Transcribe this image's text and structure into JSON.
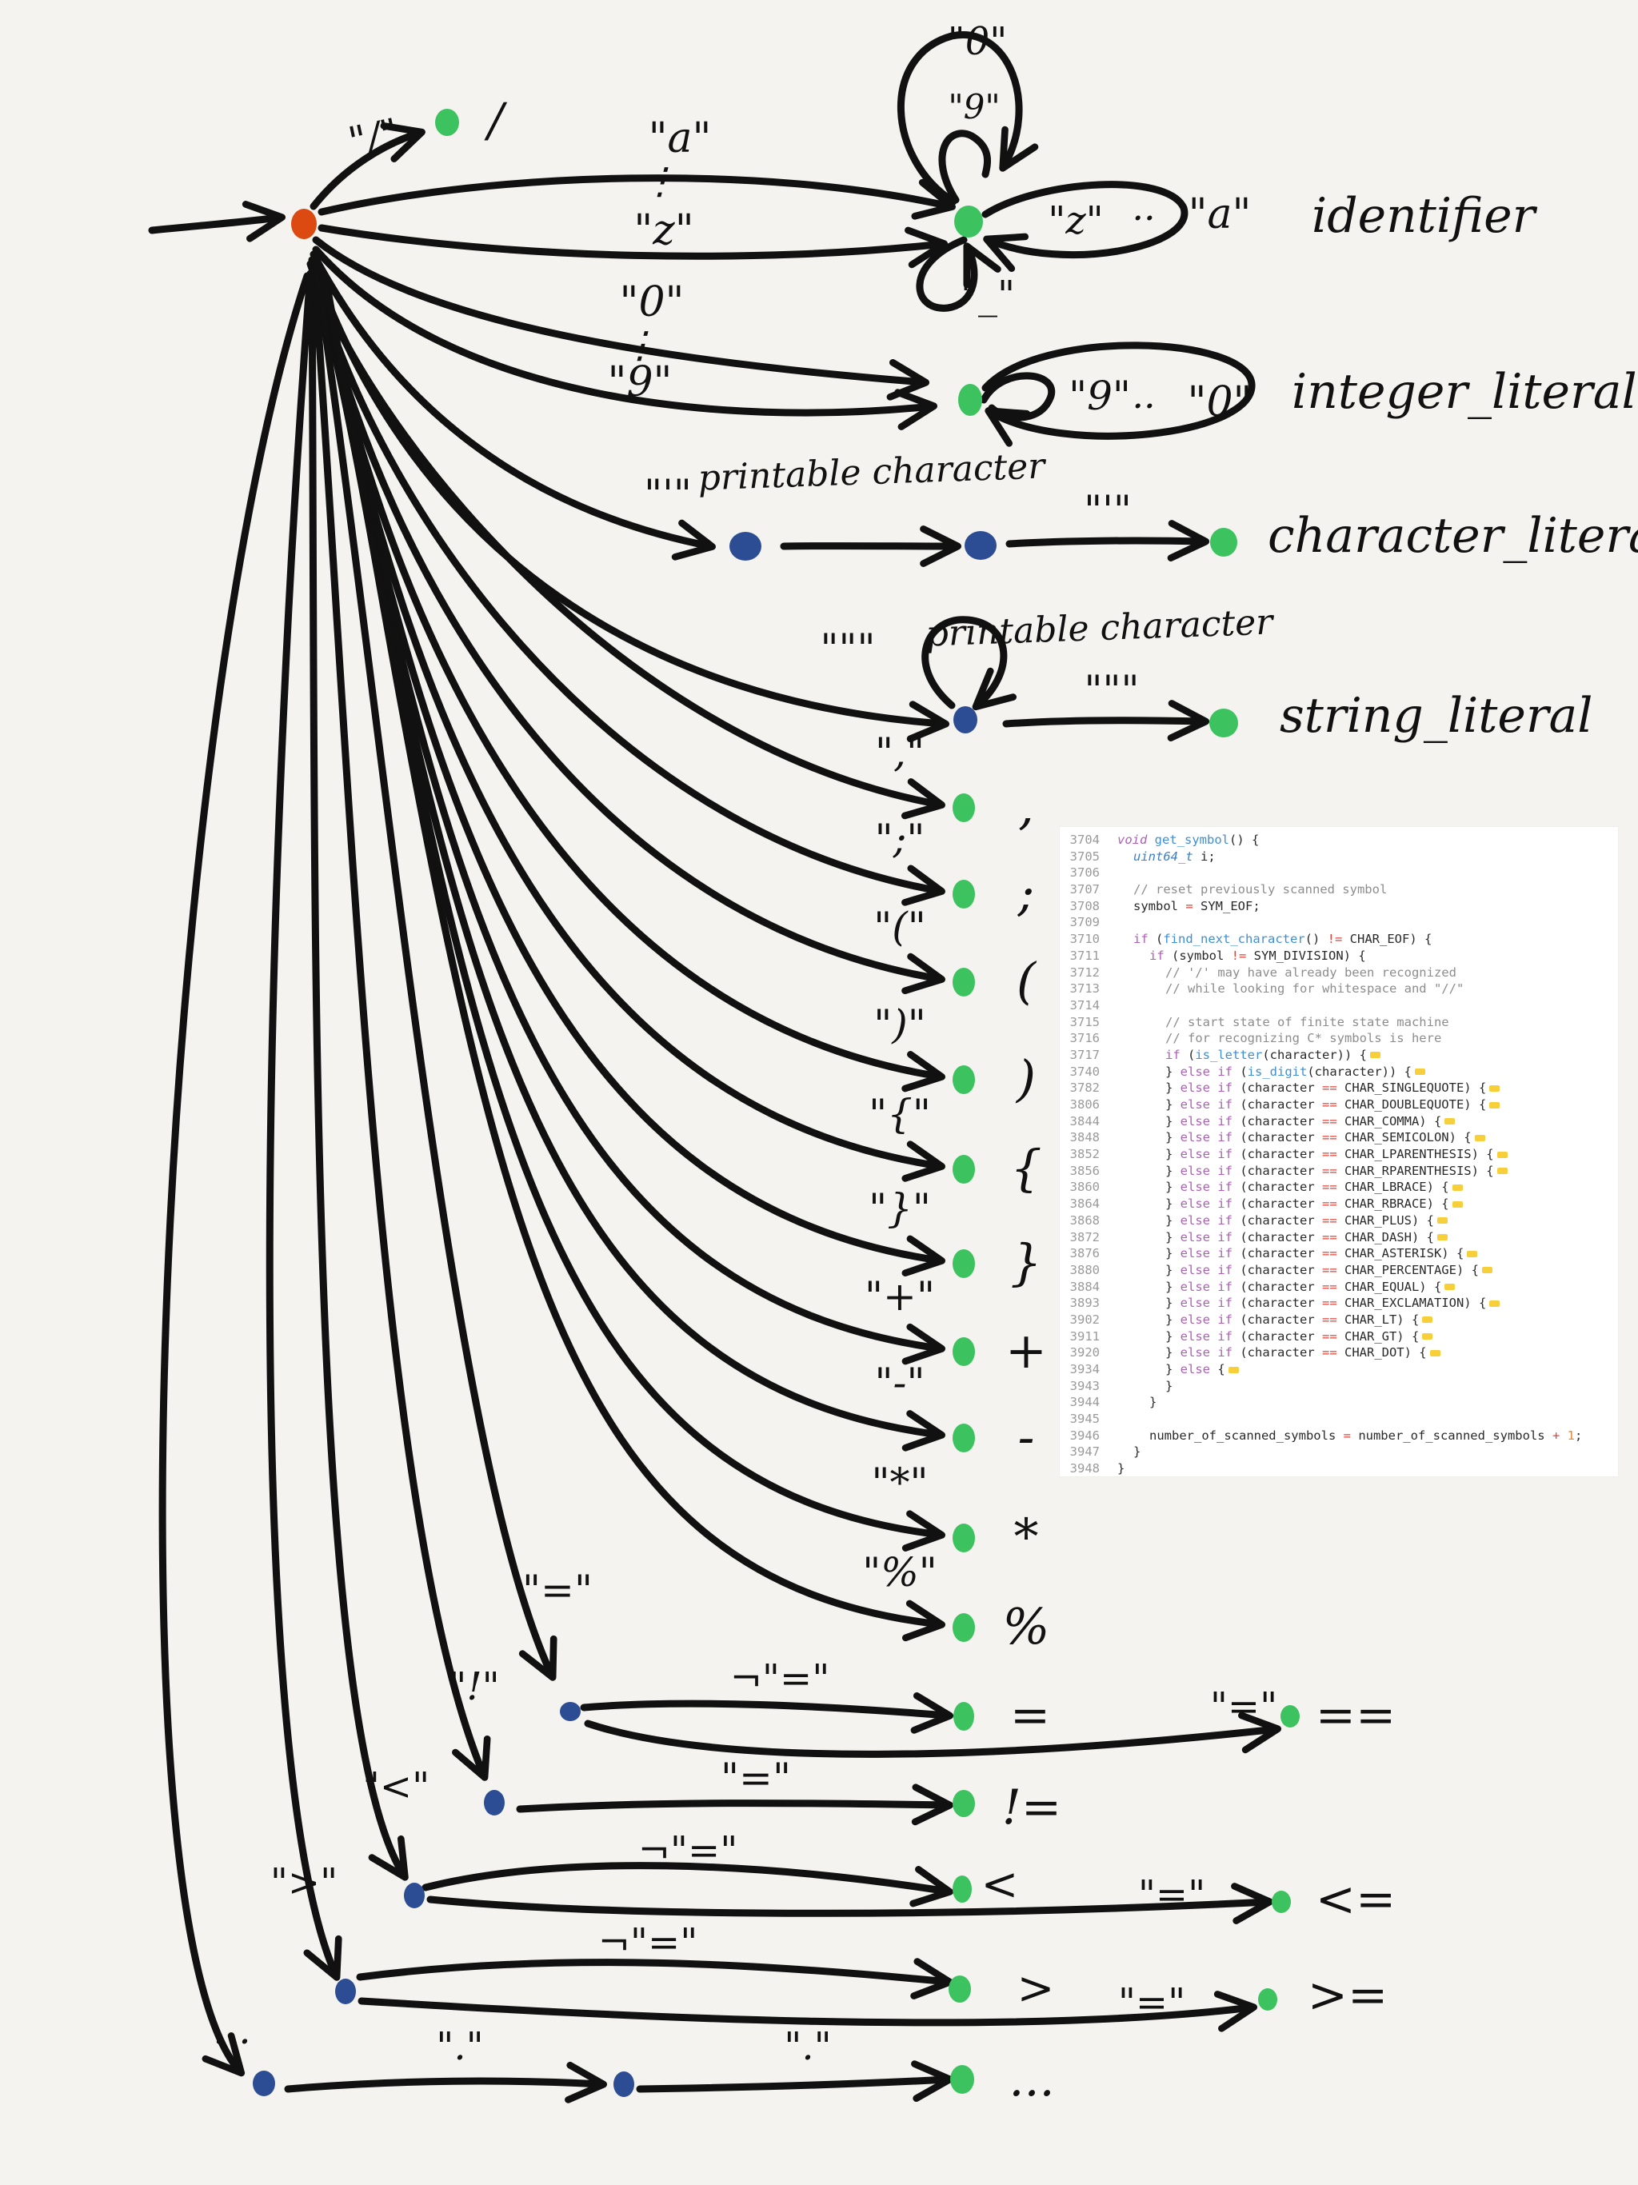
{
  "colors": {
    "start_state": "#dc4a12",
    "accepting_state": "#3cc25f",
    "intermediate_state": "#2c4d94",
    "ink": "#111111",
    "background": "#f4f3ef"
  },
  "diagram": {
    "transitions": {
      "slash": "\"/\"",
      "a": "\"a\"",
      "z": "\"z\"",
      "zero": "\"0\"",
      "nine": "\"9\"",
      "single_quote": "\"'\"",
      "printable_1": "printable character",
      "quote_close": "\"'\"",
      "double_quote": "\"\"\"",
      "printable_2": "printable character",
      "dq_close": "\"\"\"",
      "comma": "\",\"",
      "semicolon": "\";\"",
      "lparen": "\"(\"",
      "rparen": "\")\"",
      "lbrace": "\"{\"",
      "rbrace": "\"}\"",
      "plus": "\"+\"",
      "minus": "\"-\"",
      "asterisk": "\"*\"",
      "percent": "\"%\"",
      "equal": "\"=\"",
      "not_eq": "¬\"=\"",
      "eq_eq": "\"=\"",
      "excl": "\"!\"",
      "excl_eq": "\"=\"",
      "lt": "\"<\"",
      "lt_not_eq": "¬\"=\"",
      "lt_eq": "\"=\"",
      "gt": "\">\"",
      "gt_not_eq": "¬\"=\"",
      "gt_eq": "\"=\"",
      "dot": "\".\"",
      "dot_dot": "\".\"",
      "id_loop_0": "\"0\"",
      "id_loop_9": "\"9\"",
      "id_loop_z": "\"z\"",
      "id_loop_a": "\"a\"",
      "id_loop_underscore": "\"_\"",
      "int_loop_9": "\"9\"",
      "int_loop_0": "\"0\"",
      "ellipsis": "…"
    },
    "tokens": {
      "slash": "/",
      "identifier": "identifier",
      "integer_literal": "integer_literal",
      "character_literal": "character_literal",
      "string_literal": "string_literal",
      "comma": ",",
      "semicolon": ";",
      "lparen": "(",
      "rparen": ")",
      "lbrace": "{",
      "rbrace": "}",
      "plus": "+",
      "minus": "-",
      "asterisk": "*",
      "percent": "%",
      "assign": "=",
      "eq": "==",
      "neq": "!=",
      "lt": "<",
      "leq": "<=",
      "gt": ">",
      "geq": ">=",
      "ellipsis": "..."
    }
  },
  "code": {
    "lines": [
      {
        "n": "3704",
        "indent": 0,
        "tokens": [
          {
            "t": "void",
            "c": "kw"
          },
          {
            "t": " "
          },
          {
            "t": "get_symbol",
            "c": "fn"
          },
          {
            "t": "() {"
          }
        ]
      },
      {
        "n": "3705",
        "indent": 1,
        "tokens": [
          {
            "t": "uint64_t",
            "c": "type"
          },
          {
            "t": " i;"
          }
        ]
      },
      {
        "n": "3706",
        "indent": 0,
        "tokens": []
      },
      {
        "n": "3707",
        "indent": 1,
        "tokens": [
          {
            "t": "// reset previously scanned symbol",
            "c": "cm"
          }
        ]
      },
      {
        "n": "3708",
        "indent": 1,
        "tokens": [
          {
            "t": "symbol "
          },
          {
            "t": "=",
            "c": "op"
          },
          {
            "t": " SYM_EOF;"
          }
        ]
      },
      {
        "n": "3709",
        "indent": 0,
        "tokens": []
      },
      {
        "n": "3710",
        "indent": 1,
        "tokens": [
          {
            "t": "if",
            "c": "ctl"
          },
          {
            "t": " ("
          },
          {
            "t": "find_next_character",
            "c": "fn"
          },
          {
            "t": "() "
          },
          {
            "t": "!=",
            "c": "op"
          },
          {
            "t": " CHAR_EOF) {"
          }
        ]
      },
      {
        "n": "3711",
        "indent": 2,
        "tokens": [
          {
            "t": "if",
            "c": "ctl"
          },
          {
            "t": " (symbol "
          },
          {
            "t": "!=",
            "c": "op"
          },
          {
            "t": " SYM_DIVISION) {"
          }
        ]
      },
      {
        "n": "3712",
        "indent": 3,
        "tokens": [
          {
            "t": "// '/' may have already been recognized",
            "c": "cm"
          }
        ]
      },
      {
        "n": "3713",
        "indent": 3,
        "tokens": [
          {
            "t": "// while looking for whitespace and \"//\"",
            "c": "cm"
          }
        ]
      },
      {
        "n": "3714",
        "indent": 0,
        "tokens": []
      },
      {
        "n": "3715",
        "indent": 3,
        "tokens": [
          {
            "t": "// start state of finite state machine",
            "c": "cm"
          }
        ]
      },
      {
        "n": "3716",
        "indent": 3,
        "tokens": [
          {
            "t": "// for recognizing C* symbols is here",
            "c": "cm"
          }
        ]
      },
      {
        "n": "3717",
        "indent": 3,
        "tokens": [
          {
            "t": "if",
            "c": "ctl"
          },
          {
            "t": " ("
          },
          {
            "t": "is_letter",
            "c": "fn"
          },
          {
            "t": "(character)) {"
          }
        ],
        "fold": true
      },
      {
        "n": "3740",
        "indent": 3,
        "tokens": [
          {
            "t": "} "
          },
          {
            "t": "else if",
            "c": "ctl"
          },
          {
            "t": " ("
          },
          {
            "t": "is_digit",
            "c": "fn"
          },
          {
            "t": "(character)) {"
          }
        ],
        "fold": true
      },
      {
        "n": "3782",
        "indent": 3,
        "tokens": [
          {
            "t": "} "
          },
          {
            "t": "else if",
            "c": "ctl"
          },
          {
            "t": " (character "
          },
          {
            "t": "==",
            "c": "op"
          },
          {
            "t": " CHAR_SINGLEQUOTE) {"
          }
        ],
        "fold": true
      },
      {
        "n": "3806",
        "indent": 3,
        "tokens": [
          {
            "t": "} "
          },
          {
            "t": "else if",
            "c": "ctl"
          },
          {
            "t": " (character "
          },
          {
            "t": "==",
            "c": "op"
          },
          {
            "t": " CHAR_DOUBLEQUOTE) {"
          }
        ],
        "fold": true
      },
      {
        "n": "3844",
        "indent": 3,
        "tokens": [
          {
            "t": "} "
          },
          {
            "t": "else if",
            "c": "ctl"
          },
          {
            "t": " (character "
          },
          {
            "t": "==",
            "c": "op"
          },
          {
            "t": " CHAR_COMMA) {"
          }
        ],
        "fold": true
      },
      {
        "n": "3848",
        "indent": 3,
        "tokens": [
          {
            "t": "} "
          },
          {
            "t": "else if",
            "c": "ctl"
          },
          {
            "t": " (character "
          },
          {
            "t": "==",
            "c": "op"
          },
          {
            "t": " CHAR_SEMICOLON) {"
          }
        ],
        "fold": true
      },
      {
        "n": "3852",
        "indent": 3,
        "tokens": [
          {
            "t": "} "
          },
          {
            "t": "else if",
            "c": "ctl"
          },
          {
            "t": " (character "
          },
          {
            "t": "==",
            "c": "op"
          },
          {
            "t": " CHAR_LPARENTHESIS) {"
          }
        ],
        "fold": true
      },
      {
        "n": "3856",
        "indent": 3,
        "tokens": [
          {
            "t": "} "
          },
          {
            "t": "else if",
            "c": "ctl"
          },
          {
            "t": " (character "
          },
          {
            "t": "==",
            "c": "op"
          },
          {
            "t": " CHAR_RPARENTHESIS) {"
          }
        ],
        "fold": true
      },
      {
        "n": "3860",
        "indent": 3,
        "tokens": [
          {
            "t": "} "
          },
          {
            "t": "else if",
            "c": "ctl"
          },
          {
            "t": " (character "
          },
          {
            "t": "==",
            "c": "op"
          },
          {
            "t": " CHAR_LBRACE) {"
          }
        ],
        "fold": true
      },
      {
        "n": "3864",
        "indent": 3,
        "tokens": [
          {
            "t": "} "
          },
          {
            "t": "else if",
            "c": "ctl"
          },
          {
            "t": " (character "
          },
          {
            "t": "==",
            "c": "op"
          },
          {
            "t": " CHAR_RBRACE) {"
          }
        ],
        "fold": true
      },
      {
        "n": "3868",
        "indent": 3,
        "tokens": [
          {
            "t": "} "
          },
          {
            "t": "else if",
            "c": "ctl"
          },
          {
            "t": " (character "
          },
          {
            "t": "==",
            "c": "op"
          },
          {
            "t": " CHAR_PLUS) {"
          }
        ],
        "fold": true
      },
      {
        "n": "3872",
        "indent": 3,
        "tokens": [
          {
            "t": "} "
          },
          {
            "t": "else if",
            "c": "ctl"
          },
          {
            "t": " (character "
          },
          {
            "t": "==",
            "c": "op"
          },
          {
            "t": " CHAR_DASH) {"
          }
        ],
        "fold": true
      },
      {
        "n": "3876",
        "indent": 3,
        "tokens": [
          {
            "t": "} "
          },
          {
            "t": "else if",
            "c": "ctl"
          },
          {
            "t": " (character "
          },
          {
            "t": "==",
            "c": "op"
          },
          {
            "t": " CHAR_ASTERISK) {"
          }
        ],
        "fold": true
      },
      {
        "n": "3880",
        "indent": 3,
        "tokens": [
          {
            "t": "} "
          },
          {
            "t": "else if",
            "c": "ctl"
          },
          {
            "t": " (character "
          },
          {
            "t": "==",
            "c": "op"
          },
          {
            "t": " CHAR_PERCENTAGE) {"
          }
        ],
        "fold": true
      },
      {
        "n": "3884",
        "indent": 3,
        "tokens": [
          {
            "t": "} "
          },
          {
            "t": "else if",
            "c": "ctl"
          },
          {
            "t": " (character "
          },
          {
            "t": "==",
            "c": "op"
          },
          {
            "t": " CHAR_EQUAL) {"
          }
        ],
        "fold": true
      },
      {
        "n": "3893",
        "indent": 3,
        "tokens": [
          {
            "t": "} "
          },
          {
            "t": "else if",
            "c": "ctl"
          },
          {
            "t": " (character "
          },
          {
            "t": "==",
            "c": "op"
          },
          {
            "t": " CHAR_EXCLAMATION) {"
          }
        ],
        "fold": true
      },
      {
        "n": "3902",
        "indent": 3,
        "tokens": [
          {
            "t": "} "
          },
          {
            "t": "else if",
            "c": "ctl"
          },
          {
            "t": " (character "
          },
          {
            "t": "==",
            "c": "op"
          },
          {
            "t": " CHAR_LT) {"
          }
        ],
        "fold": true
      },
      {
        "n": "3911",
        "indent": 3,
        "tokens": [
          {
            "t": "} "
          },
          {
            "t": "else if",
            "c": "ctl"
          },
          {
            "t": " (character "
          },
          {
            "t": "==",
            "c": "op"
          },
          {
            "t": " CHAR_GT) {"
          }
        ],
        "fold": true
      },
      {
        "n": "3920",
        "indent": 3,
        "tokens": [
          {
            "t": "} "
          },
          {
            "t": "else if",
            "c": "ctl"
          },
          {
            "t": " (character "
          },
          {
            "t": "==",
            "c": "op"
          },
          {
            "t": " CHAR_DOT) {"
          }
        ],
        "fold": true
      },
      {
        "n": "3934",
        "indent": 3,
        "tokens": [
          {
            "t": "} "
          },
          {
            "t": "else",
            "c": "ctl"
          },
          {
            "t": " {"
          }
        ],
        "fold": true
      },
      {
        "n": "3943",
        "indent": 3,
        "tokens": [
          {
            "t": "}"
          }
        ]
      },
      {
        "n": "3944",
        "indent": 2,
        "tokens": [
          {
            "t": "}"
          }
        ]
      },
      {
        "n": "3945",
        "indent": 0,
        "tokens": []
      },
      {
        "n": "3946",
        "indent": 2,
        "tokens": [
          {
            "t": "number_of_scanned_symbols "
          },
          {
            "t": "=",
            "c": "op"
          },
          {
            "t": " number_of_scanned_symbols "
          },
          {
            "t": "+",
            "c": "op"
          },
          {
            "t": " "
          },
          {
            "t": "1",
            "c": "num"
          },
          {
            "t": ";"
          }
        ]
      },
      {
        "n": "3947",
        "indent": 1,
        "tokens": [
          {
            "t": "}"
          }
        ]
      },
      {
        "n": "3948",
        "indent": 0,
        "tokens": [
          {
            "t": "}"
          }
        ]
      }
    ]
  }
}
